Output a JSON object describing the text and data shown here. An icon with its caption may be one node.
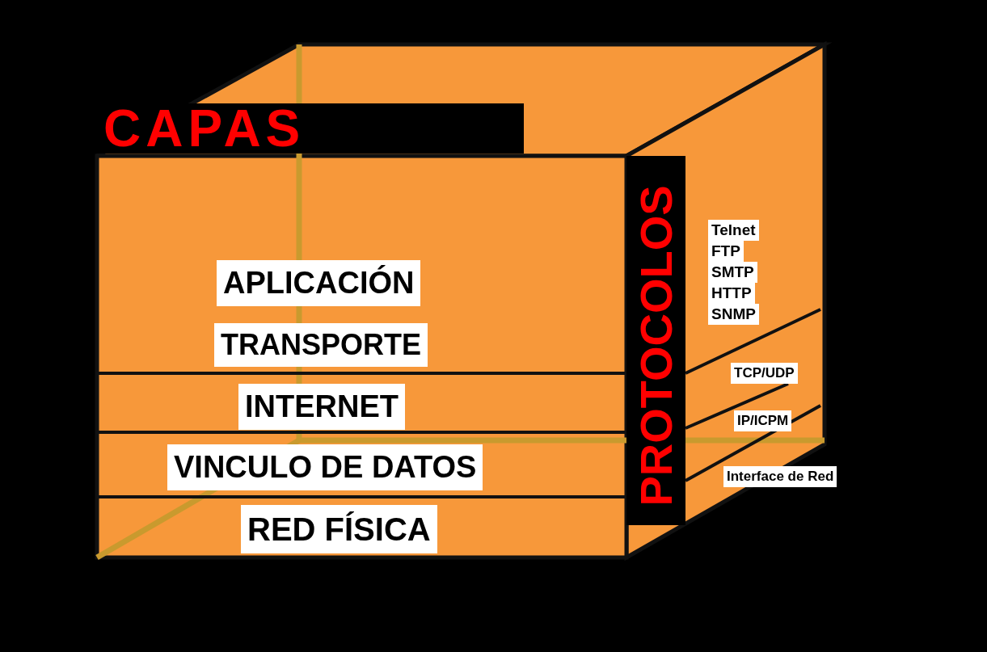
{
  "diagram": {
    "title": "CAPAS",
    "labels": [
      "APLICACIÓN",
      "TRANSPORTE",
      "INTERNET",
      "VINCULO DE DATOS",
      "RED FÍSICA",
      "PROTOCOLOS",
      "Telnet",
      "FTP",
      "SMTP",
      "HTTP",
      "SNMP",
      "TCP/UDP",
      "IP/ICPM",
      "Interface de Red"
    ]
  }
}
